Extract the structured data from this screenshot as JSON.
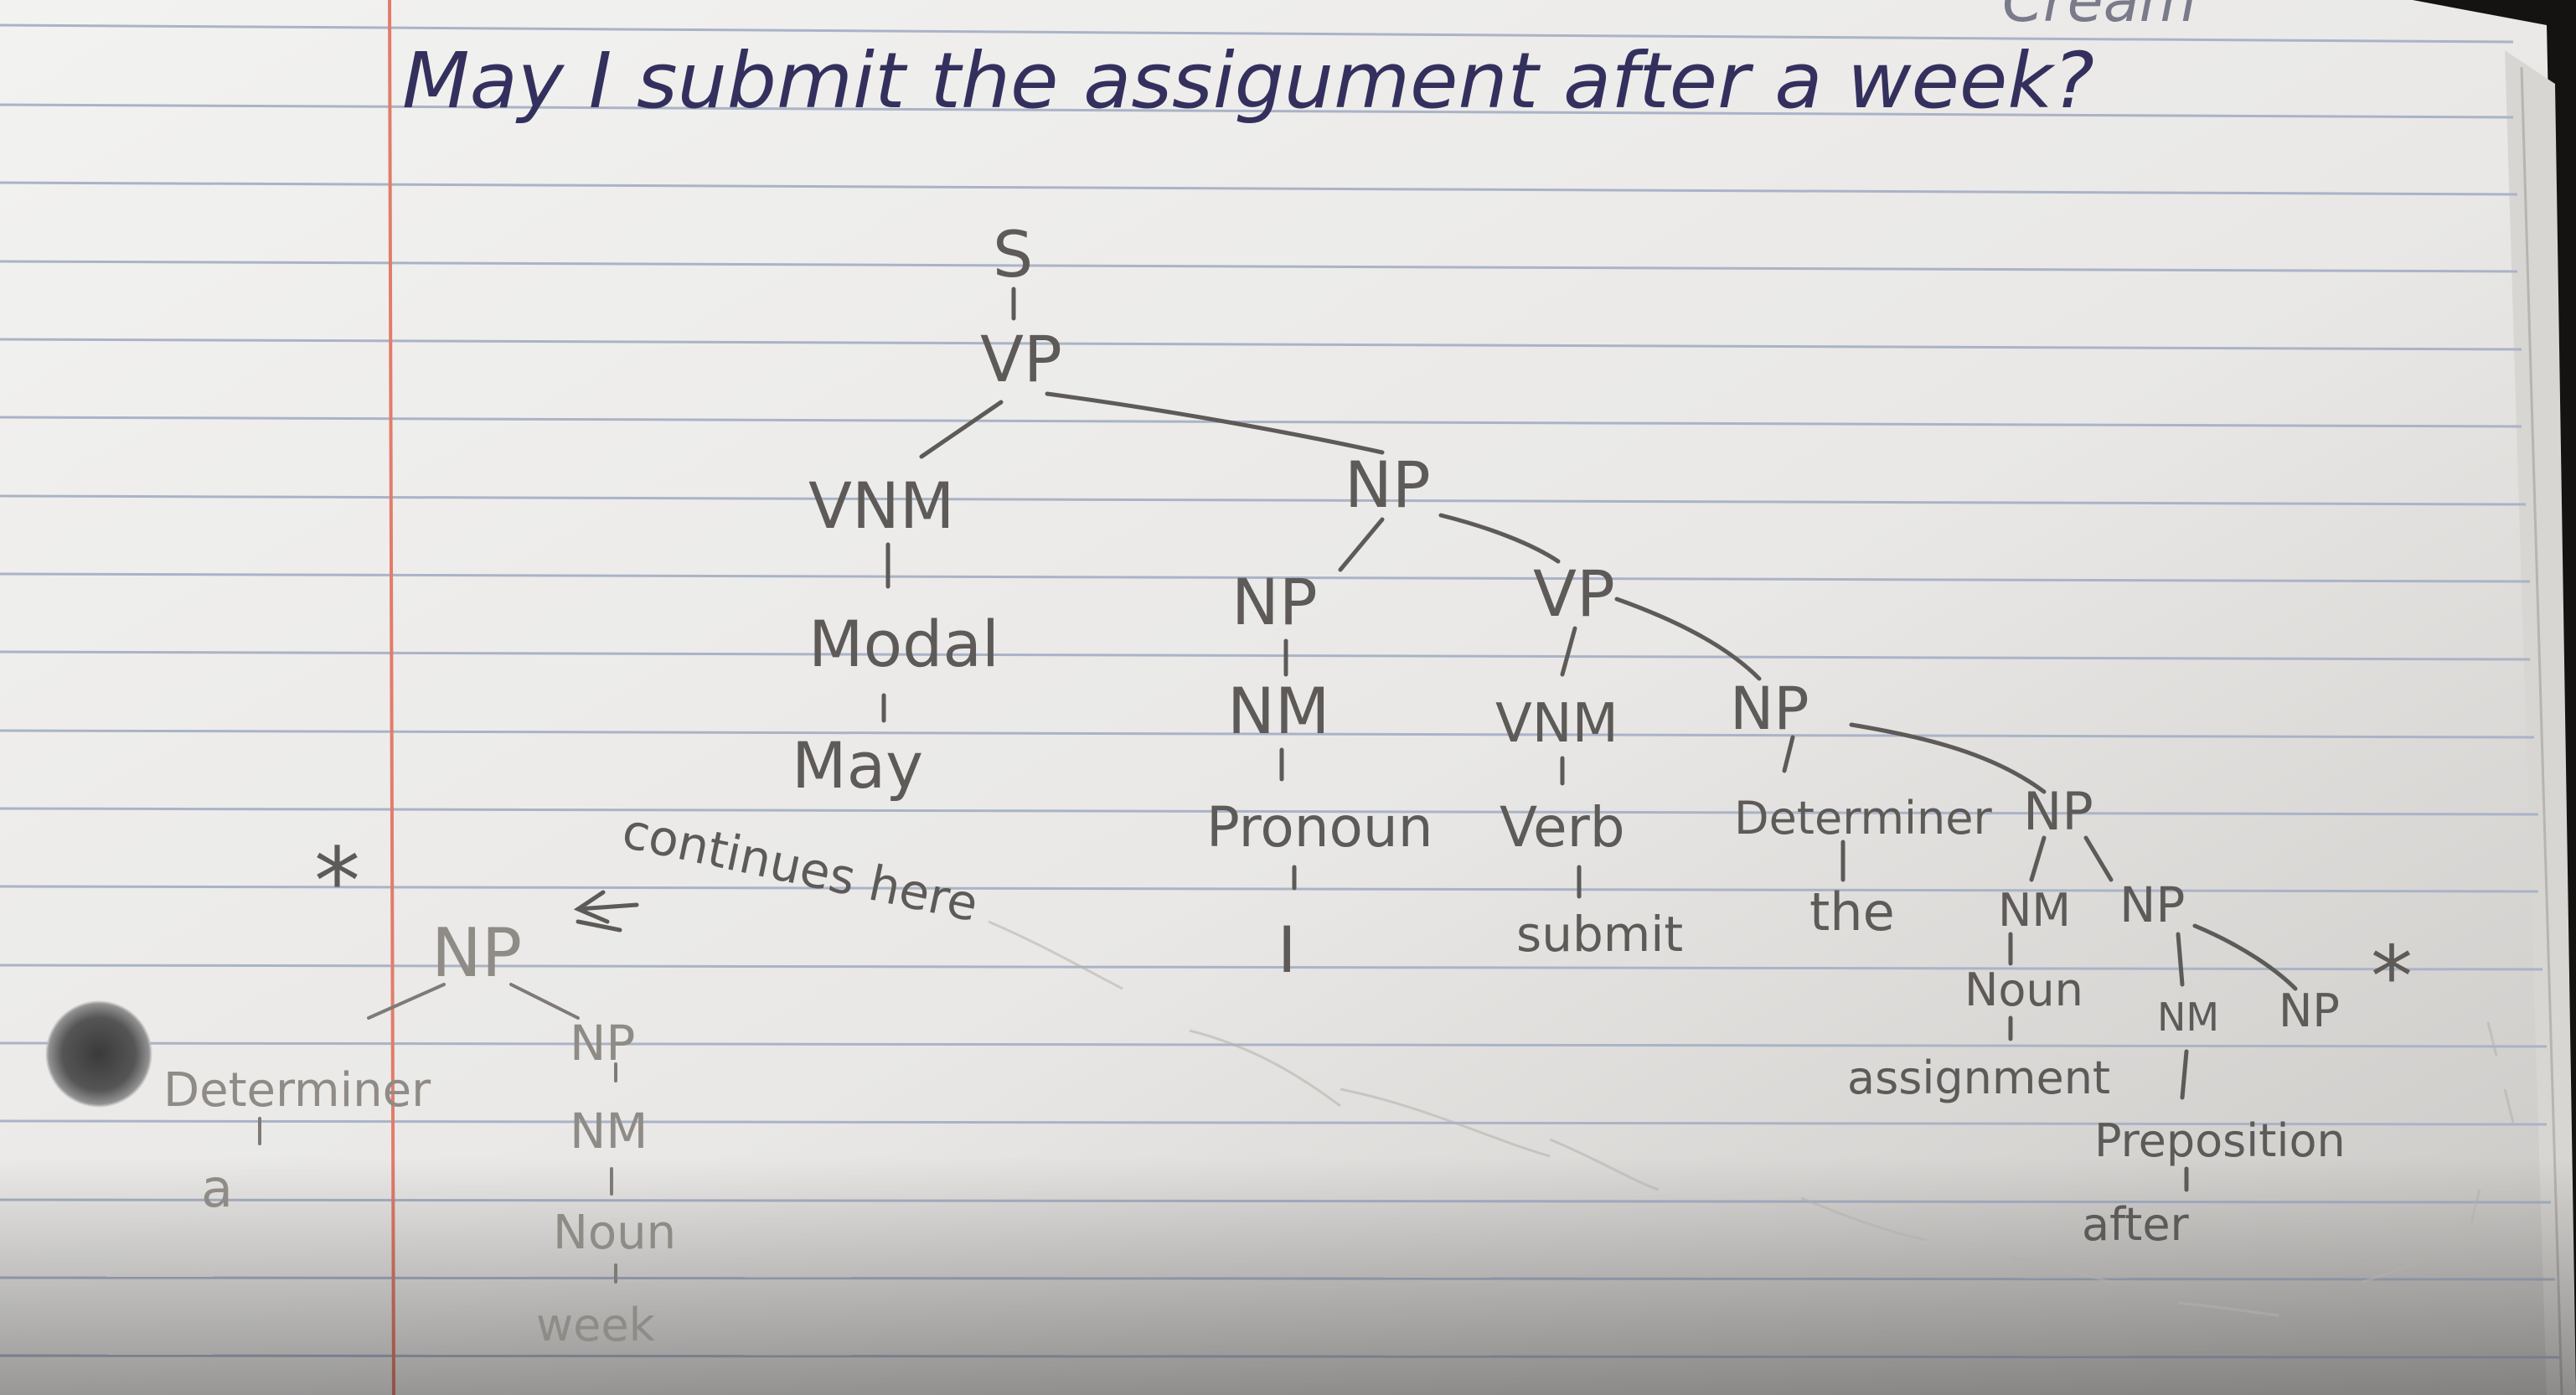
{
  "sentence": "May I submit the assigument after a week?",
  "top_right_fragment": "Cream",
  "annotations": {
    "continues_here": "continues here",
    "star_left": "*",
    "star_right": "*"
  },
  "tree": {
    "S": "S",
    "VP": "VP",
    "VNM": "VNM",
    "Modal": "Modal",
    "May": "May",
    "NP_main": "NP",
    "NP_subj": "NP",
    "NM_subj": "NM",
    "Pronoun": "Pronoun",
    "I": "I",
    "VP_inner": "VP",
    "VNM_inner": "VNM",
    "Verb": "Verb",
    "submit": "submit",
    "NP_obj": "NP",
    "Determiner": "Determiner",
    "the": "the",
    "NP_2": "NP",
    "NM_2": "NM",
    "Noun_2": "Noun",
    "assignment": "assignment",
    "NP_3": "NP",
    "NM_3": "NM",
    "Preposition": "Preposition",
    "after": "after",
    "NP_4": "NP"
  },
  "continuation_tree": {
    "NP": "NP",
    "Determiner": "Determiner",
    "a": "a",
    "NP_inner": "NP",
    "NM": "NM",
    "Noun": "Noun",
    "week": "week"
  },
  "colors": {
    "paper": "#eeeeee",
    "rule_line": "#aab3c7",
    "margin_line": "#e27c6a",
    "ink": "#34305e",
    "pencil": "#5d5a58"
  }
}
